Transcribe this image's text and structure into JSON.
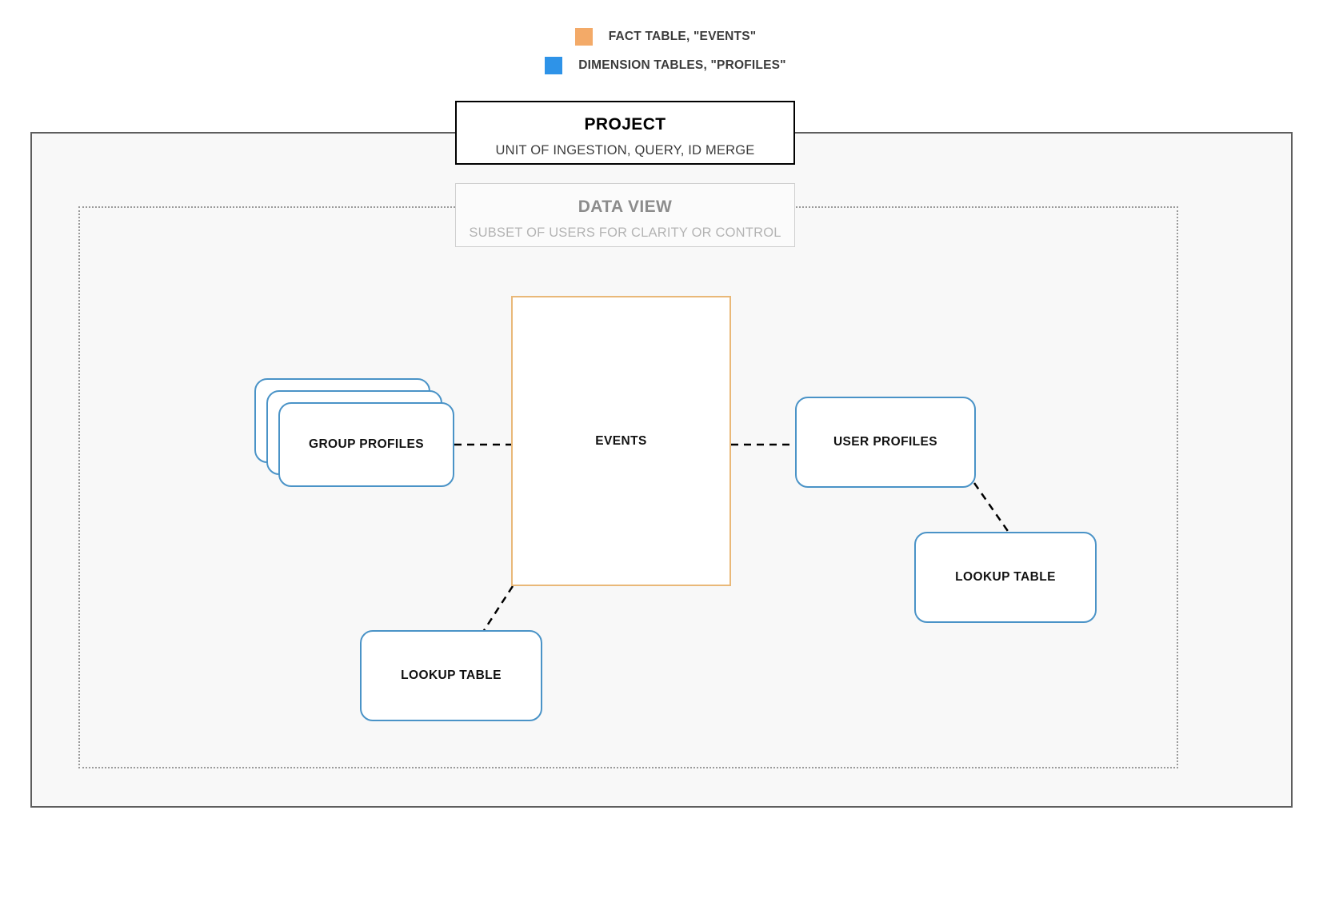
{
  "legend": {
    "items": [
      {
        "icon": "orange-square-swatch",
        "color": "#f3aa68",
        "label": "FACT TABLE, \"EVENTS\""
      },
      {
        "icon": "blue-square-swatch",
        "color": "#2e93e8",
        "label": "DIMENSION TABLES, \"PROFILES\""
      }
    ]
  },
  "containers": {
    "project": {
      "title": "PROJECT",
      "subtitle": "UNIT OF INGESTION, QUERY, ID MERGE",
      "border_color": "#000000",
      "fill_color": "#f8f8f8"
    },
    "data_view": {
      "title": "DATA VIEW",
      "subtitle": "SUBSET OF USERS FOR CLARITY OR CONTROL",
      "border_color": "#9b9b9b",
      "border_style": "dotted"
    }
  },
  "nodes": {
    "events": {
      "label": "EVENTS",
      "type": "fact-table",
      "border_color": "#e9b878"
    },
    "group_profiles": {
      "label": "GROUP PROFILES",
      "type": "dimension-table-stack",
      "border_color": "#4a93c7",
      "stack_count": 3
    },
    "user_profiles": {
      "label": "USER PROFILES",
      "type": "dimension-table",
      "border_color": "#4a93c7"
    },
    "lookup_table_left": {
      "label": "LOOKUP TABLE",
      "type": "lookup-table",
      "border_color": "#4a93c7"
    },
    "lookup_table_right": {
      "label": "LOOKUP TABLE",
      "type": "lookup-table",
      "border_color": "#4a93c7"
    }
  },
  "connectors": [
    {
      "from": "group_profiles",
      "to": "events",
      "style": "dashed"
    },
    {
      "from": "events",
      "to": "user_profiles",
      "style": "dashed"
    },
    {
      "from": "user_profiles",
      "to": "lookup_table_right",
      "style": "dashed"
    },
    {
      "from": "events",
      "to": "lookup_table_left",
      "style": "dashed"
    }
  ]
}
